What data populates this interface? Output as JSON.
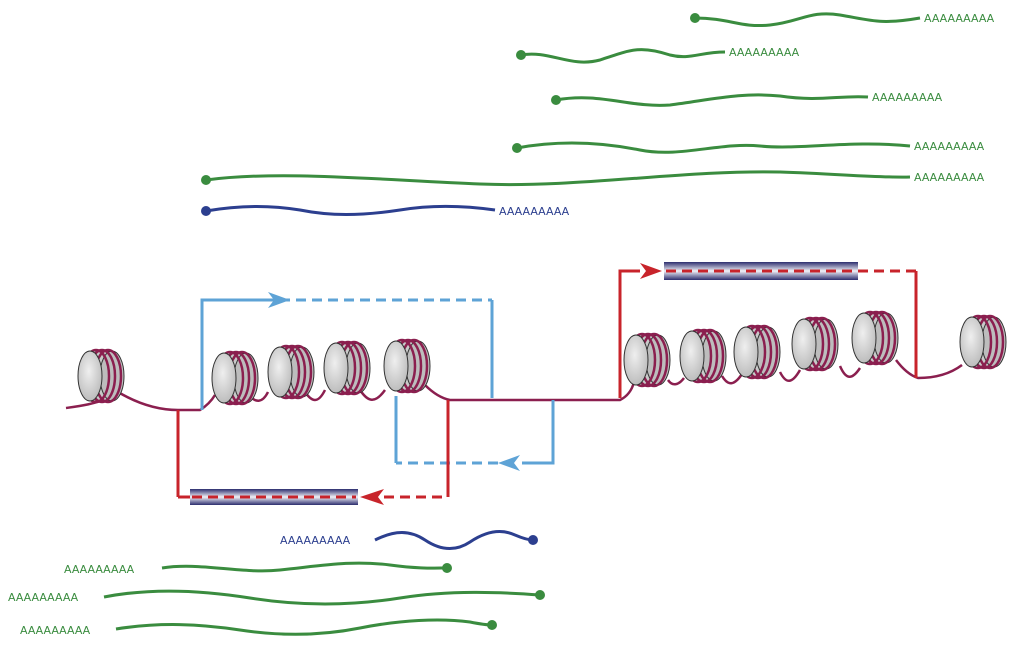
{
  "polya_label": "AAAAAAAAA",
  "colors": {
    "mrna_green": "#3a8c3f",
    "mrna_blue": "#2c3f8f",
    "chromatin": "#8b1f4f",
    "arrow_red": "#c8242b",
    "arrow_lightblue": "#5ea3d6",
    "nucleosome_fill": "#d5d5d5",
    "nucleosome_wrap": "#8b1f4f",
    "gene_box_dark": "#2c2d6e"
  },
  "transcripts": [
    {
      "color": "green",
      "cap_side": "left",
      "poly_a_side": "right"
    },
    {
      "color": "green",
      "cap_side": "left",
      "poly_a_side": "right"
    },
    {
      "color": "green",
      "cap_side": "left",
      "poly_a_side": "right"
    },
    {
      "color": "green",
      "cap_side": "left",
      "poly_a_side": "right"
    },
    {
      "color": "green",
      "cap_side": "left",
      "poly_a_side": "right"
    },
    {
      "color": "blue",
      "cap_side": "left",
      "poly_a_side": "right"
    },
    {
      "color": "blue",
      "cap_side": "right",
      "poly_a_side": "left"
    },
    {
      "color": "green",
      "cap_side": "right",
      "poly_a_side": "left"
    },
    {
      "color": "green",
      "cap_side": "right",
      "poly_a_side": "left"
    },
    {
      "color": "green",
      "cap_side": "right",
      "poly_a_side": "left"
    }
  ],
  "nucleosome_count": 11,
  "gene_count": 2
}
